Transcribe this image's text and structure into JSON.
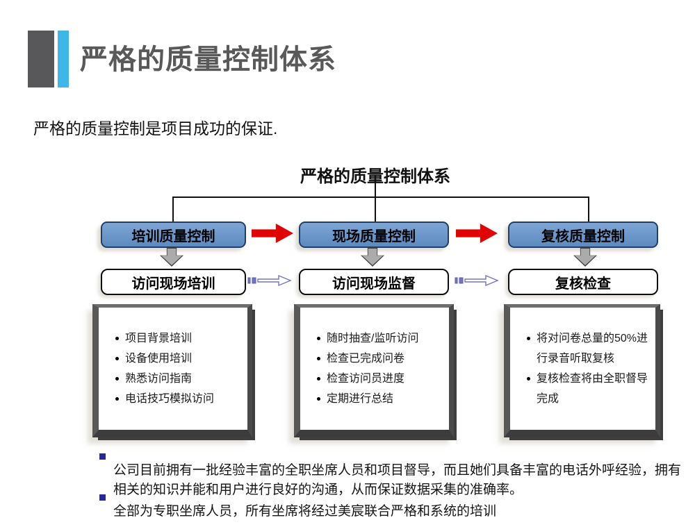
{
  "header": {
    "title": "严格的质量控制体系"
  },
  "intro": "严格的质量控制是项目成功的保证.",
  "diagram": {
    "title": "严格的质量控制体系",
    "stages": [
      {
        "label": "培训质量控制",
        "step": "访问现场培训",
        "items": [
          "项目背景培训",
          "设备使用培训",
          "熟悉访问指南",
          "电话技巧模拟访问"
        ]
      },
      {
        "label": "现场质量控制",
        "step": "访问现场监督",
        "items": [
          "随时抽查/监听访问",
          "检查已完成问卷",
          "检查访问员进度",
          "定期进行总结"
        ]
      },
      {
        "label": "复核质量控制",
        "step": "复核检查",
        "items": [
          "将对问卷总量的50%进行录音听取复核",
          "复核检查将由全职督导完成"
        ]
      }
    ]
  },
  "notes": [
    "公司目前拥有一批经验丰富的全职坐席人员和项目督导，而且她们具备丰富的电话外呼经验，拥有相关的知识并能和用户进行良好的沟通，从而保证数据采集的准确率。",
    "全部为专职坐席人员，所有坐席将经过美宸联合严格和系统的培训"
  ],
  "colors": {
    "header_gray": "#58585a",
    "header_blue": "#3fb6e8",
    "title_text": "#595959",
    "stage_fill": "#6a96c9",
    "stage_border": "#203e69",
    "arrow_red": "#e00404",
    "down_arrow_gray": "#ababab",
    "striped_arrow_stroke": "#7274c4",
    "frame_gray": "#4a4a4a",
    "note_bullet": "#28289e"
  }
}
